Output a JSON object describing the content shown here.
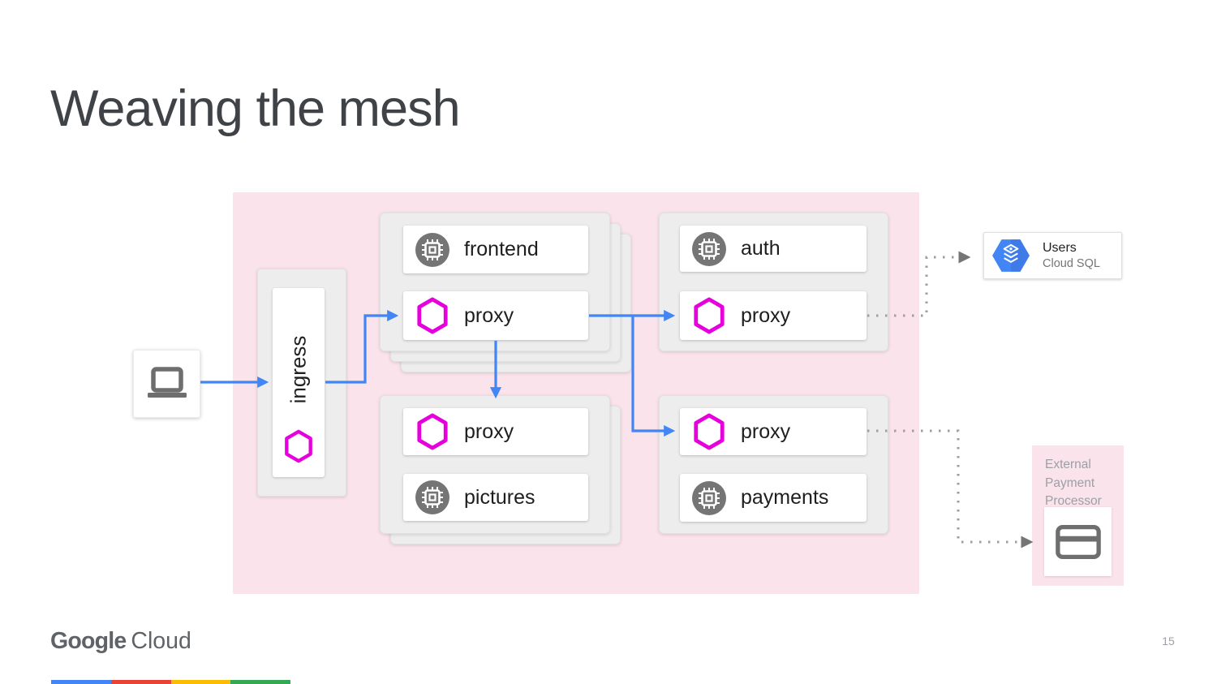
{
  "slide": {
    "title": "Weaving the mesh",
    "page_number": "15"
  },
  "diagram": {
    "client": {
      "icon": "laptop-icon"
    },
    "ingress": {
      "label": "ingress",
      "icon": "proxy-hexagon-icon"
    },
    "frontend_card": {
      "service_label": "frontend",
      "proxy_label": "proxy",
      "service_icon": "service-chip-icon",
      "proxy_icon": "proxy-hexagon-icon",
      "stacked_replicas": 3
    },
    "auth_card": {
      "service_label": "auth",
      "proxy_label": "proxy",
      "service_icon": "service-chip-icon",
      "proxy_icon": "proxy-hexagon-icon",
      "stacked_replicas": 1
    },
    "pictures_card": {
      "service_label": "pictures",
      "proxy_label": "proxy",
      "service_icon": "service-chip-icon",
      "proxy_icon": "proxy-hexagon-icon",
      "stacked_replicas": 2
    },
    "payments_card": {
      "service_label": "payments",
      "proxy_label": "proxy",
      "service_icon": "service-chip-icon",
      "proxy_icon": "proxy-hexagon-icon",
      "stacked_replicas": 1
    },
    "users_db": {
      "title": "Users",
      "subtitle": "Cloud SQL",
      "icon": "cloud-sql-hexagon-icon"
    },
    "external_processor": {
      "label": "External Payment Processor",
      "icon": "credit-card-icon"
    }
  },
  "footer": {
    "logo_primary": "Google",
    "logo_secondary": "Cloud",
    "accent_bar": [
      "#4285F4",
      "#EA4335",
      "#FBBC04",
      "#34A853"
    ]
  },
  "colors": {
    "arrow_blue": "#4285F4",
    "proxy_magenta": "#E600DC",
    "mesh_pink": "#FBE3EB",
    "dotted_gray": "#9E9E9E",
    "chip_gray": "#757575",
    "cloud_sql_blue": "#4285F4",
    "title_gray": "#3F4347"
  }
}
